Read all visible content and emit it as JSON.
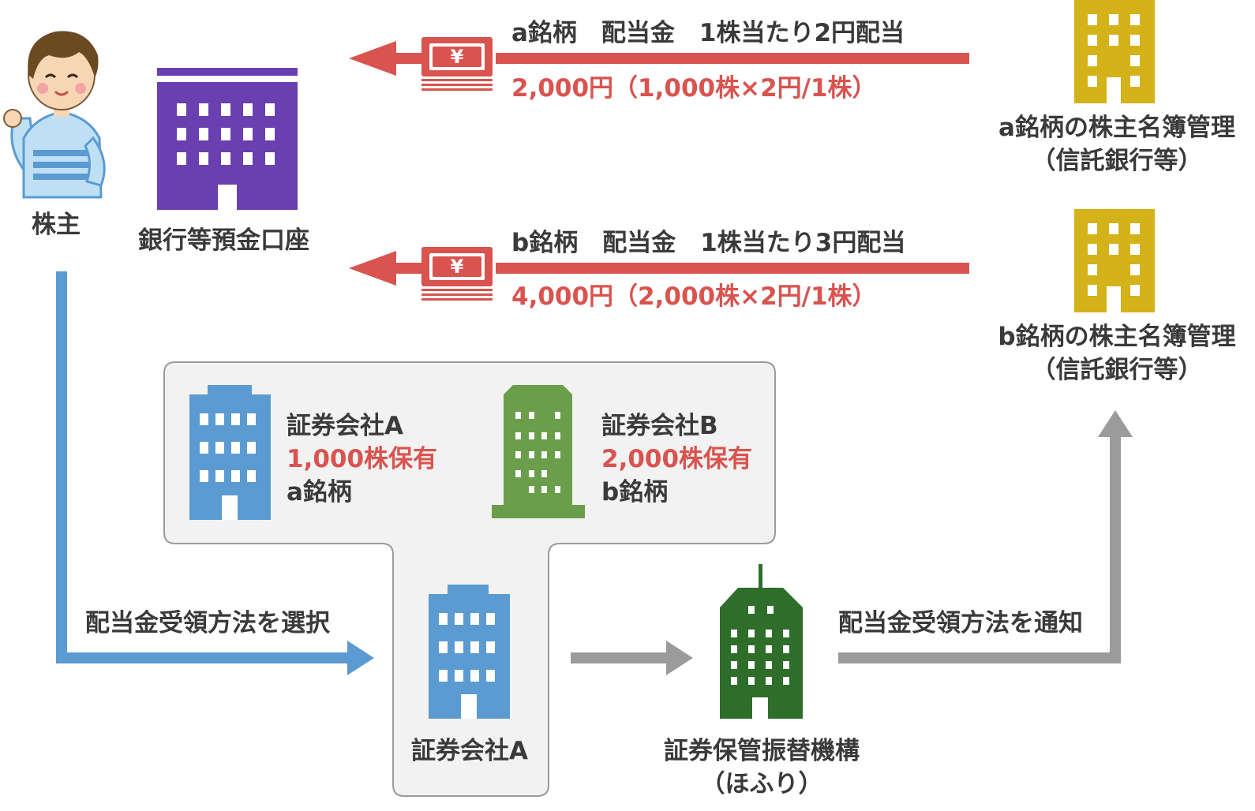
{
  "colors": {
    "red": "#d9534f",
    "blue": "#5b9bd1",
    "gray": "#9b9b9b",
    "purple": "#6a3fb0",
    "mustard": "#d4b21a",
    "green_light": "#6a9e4a",
    "green_dark": "#2e6e2a",
    "box_fill": "#f2f2f2",
    "box_stroke": "#9b9b9b"
  },
  "nodes": {
    "shareholder": "株主",
    "bank": "銀行等預金口座",
    "registry_a_line1": "a銘柄の株主名簿管理",
    "registry_a_line2": "（信託銀行等）",
    "registry_b_line1": "b銘柄の株主名簿管理",
    "registry_b_line2": "（信託銀行等）",
    "broker_a_name": "証券会社A",
    "broker_a_holding": "1,000株保有",
    "broker_a_stock": "a銘柄",
    "broker_b_name": "証券会社B",
    "broker_b_holding": "2,000株保有",
    "broker_b_stock": "b銘柄",
    "broker_a_bottom": "証券会社A",
    "jasdec_line1": "証券保管振替機構",
    "jasdec_line2": "（ほふり）"
  },
  "flows": {
    "dividend_a_title": "a銘柄　配当金　1株当たり2円配当",
    "dividend_a_amount": "2,000円（1,000株×2円/1株）",
    "dividend_b_title": "b銘柄　配当金　1株当たり3円配当",
    "dividend_b_amount": "4,000円（2,000株×2円/1株）",
    "select_method": "配当金受領方法を選択",
    "notify_method": "配当金受領方法を通知"
  },
  "icons": {
    "yen": "¥",
    "shareholder": "person-icon",
    "bank": "bank-building-icon",
    "registry": "registry-building-icon",
    "broker": "office-building-icon",
    "jasdec": "tower-building-icon",
    "banknote": "yen-banknote-icon"
  }
}
